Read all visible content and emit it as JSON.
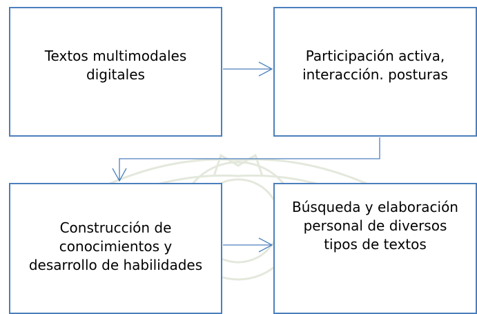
{
  "diagram": {
    "colors": {
      "border": "#4a7fbd",
      "arrow": "#4a7fbd",
      "watermark": "#e3e8dc"
    },
    "nodes": [
      {
        "id": "box1",
        "text": "Textos multimodales\ndigitales"
      },
      {
        "id": "box2",
        "text": "Participación activa,\ninteracción. posturas"
      },
      {
        "id": "box3",
        "text": "Construcción de\nconocimientos y\ndesarrollo de habilidades"
      },
      {
        "id": "box4",
        "text": "Búsqueda y elaboración\npersonal de diversos\ntipos de textos"
      }
    ],
    "edges": [
      {
        "from": "box1",
        "to": "box2"
      },
      {
        "from": "box2",
        "to": "box3"
      },
      {
        "from": "box3",
        "to": "box4"
      }
    ]
  }
}
